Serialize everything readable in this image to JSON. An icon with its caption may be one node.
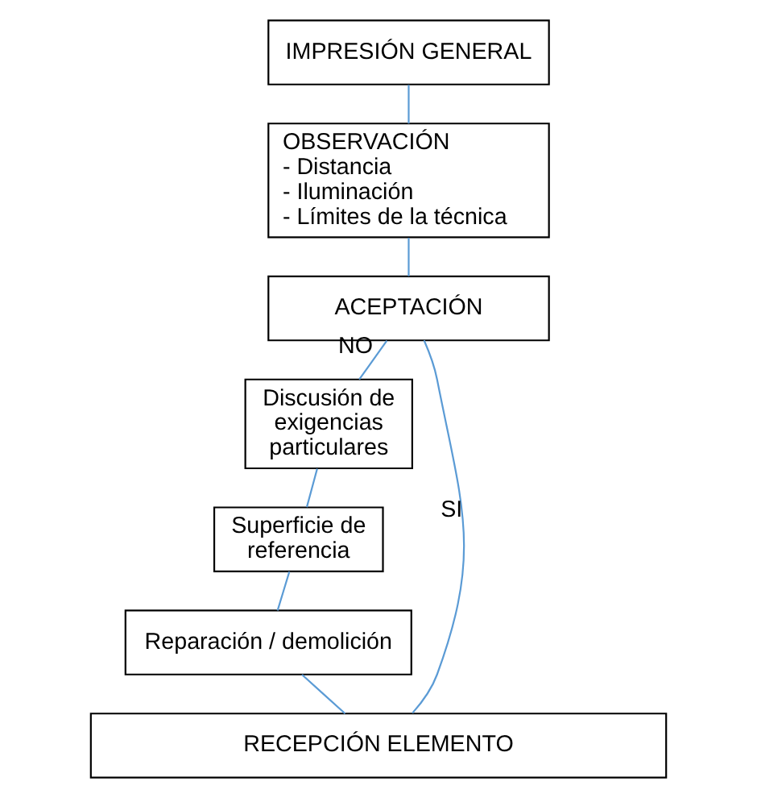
{
  "diagram": {
    "nodes": [
      {
        "text": [
          "IMPRESIÓN GENERAL"
        ]
      },
      {
        "text": [
          "OBSERVACIÓN",
          "- Distancia",
          "- Iluminación",
          "- Límites de la técnica"
        ]
      },
      {
        "text": [
          "ACEPTACIÓN"
        ]
      },
      {
        "text": [
          "Discusión de exigencias particulares"
        ]
      },
      {
        "text": [
          "Superficie de referencia"
        ]
      },
      {
        "text": [
          "Reparación / demolición"
        ]
      },
      {
        "text": [
          "RECEPCIÓN ELEMENTO"
        ]
      }
    ],
    "edges": [
      {
        "from": 0,
        "to": 1,
        "arrow": "none"
      },
      {
        "from": 1,
        "to": 2,
        "arrow": "none"
      },
      {
        "from": 2,
        "to": 3,
        "arrow": "none",
        "label": "NO"
      },
      {
        "from": 3,
        "to": 4,
        "arrow": "none"
      },
      {
        "from": 4,
        "to": 5,
        "arrow": "none"
      },
      {
        "from": 5,
        "to": 6,
        "arrow": "none"
      },
      {
        "from": 2,
        "to": 6,
        "arrow": "none",
        "label": "SI"
      }
    ]
  }
}
